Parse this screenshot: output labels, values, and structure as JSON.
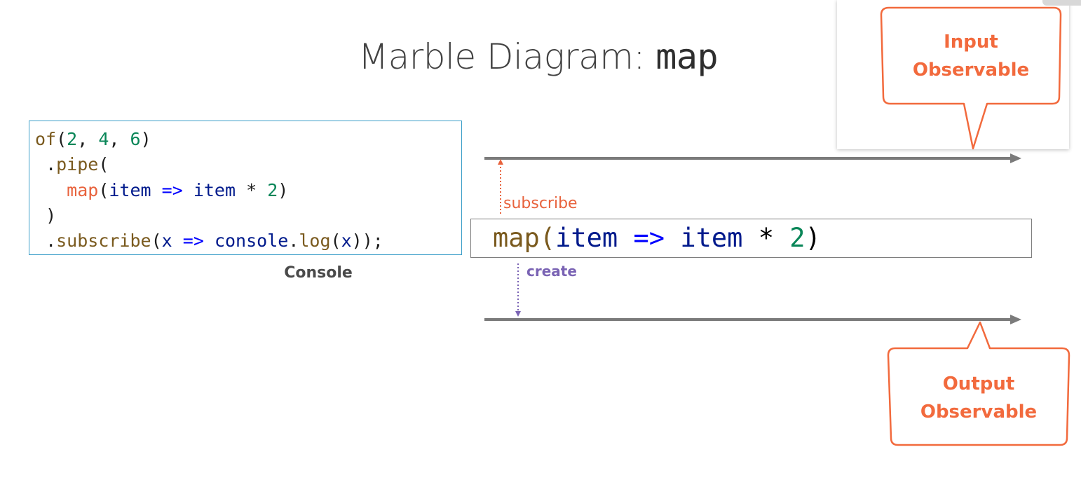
{
  "title": {
    "text": "Marble Diagram:",
    "operator": "map"
  },
  "code": {
    "line1": {
      "fn": "of",
      "open": "(",
      "n1": "2",
      "sep1": ", ",
      "n2": "4",
      "sep2": ", ",
      "n3": "6",
      "close": ")"
    },
    "line2": {
      "dot": ".",
      "fn": "pipe",
      "open": "("
    },
    "line3": {
      "fn": "map",
      "open": "(",
      "param": "item",
      "arrow": "=>",
      "var": "item",
      "mul": "*",
      "num": "2",
      "close": ")"
    },
    "line4": {
      "close": ")"
    },
    "line5": {
      "dot": ".",
      "fn": "subscribe",
      "open": "(",
      "param": "x",
      "arrow": "=>",
      "obj": "console",
      "dot2": ".",
      "method": "log",
      "open2": "(",
      "arg": "x",
      "close": "));"
    }
  },
  "console_label": "Console",
  "operator_box": {
    "fn": "map",
    "open": "(",
    "param": "item",
    "arrow": "=>",
    "var": "item",
    "mul": "*",
    "num": "2",
    "close": ")"
  },
  "labels": {
    "subscribe": "subscribe",
    "create": "create"
  },
  "callouts": {
    "input": {
      "line1": "Input",
      "line2": "Observable"
    },
    "output": {
      "line1": "Output",
      "line2": "Observable"
    }
  },
  "colors": {
    "accent_orange": "#f26a3d",
    "create_purple": "#7a63b4",
    "code_border": "#3d9fc9",
    "timeline_gray": "#7b7b7b"
  }
}
